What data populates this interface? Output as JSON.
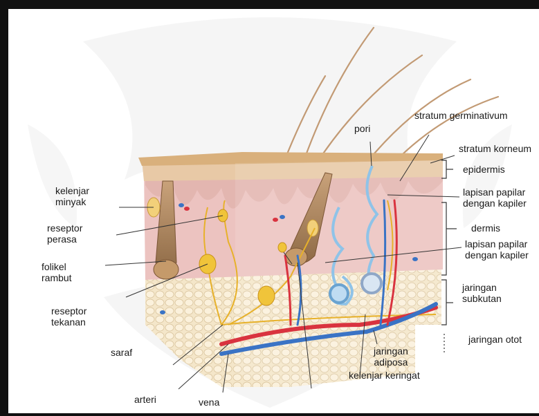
{
  "colors": {
    "epidermis": "#e8c9a6",
    "dermis": "#ecc3c0",
    "papilla": "#d8919a",
    "fat": "#f4e6c9",
    "artery": "#d9333f",
    "vein": "#3a73c5",
    "nerve": "#e7b12a",
    "gland": "#8fc3e8",
    "hair": "#b08a62",
    "watermark": "#e6e6e6",
    "line": "#333333"
  },
  "labels": {
    "kelenjar_minyak": "kelenjar\nminyak",
    "reseptor_perasa": "reseptor\nperasa",
    "folikel_rambut": "folikel\nrambut",
    "reseptor_tekanan": "reseptor\ntekanan",
    "saraf": "saraf",
    "arteri": "arteri",
    "vena": "vena",
    "pori": "pori",
    "stratum_germinativum": "stratum germinativum",
    "stratum_korneum": "stratum korneum",
    "epidermis": "epidermis",
    "lapisan_papilar_1": "lapisan papilar\ndengan kapiler",
    "dermis": "dermis",
    "lapisan_papilar_2": "lapisan papilar\ndengan kapiler",
    "jaringan_subkutan": "jaringan\nsubkutan",
    "jaringan_otot": "jaringan otot",
    "jaringan_adiposa": "jaringan\nadiposa",
    "kelenjar_keringat": "kelenjar keringat"
  }
}
